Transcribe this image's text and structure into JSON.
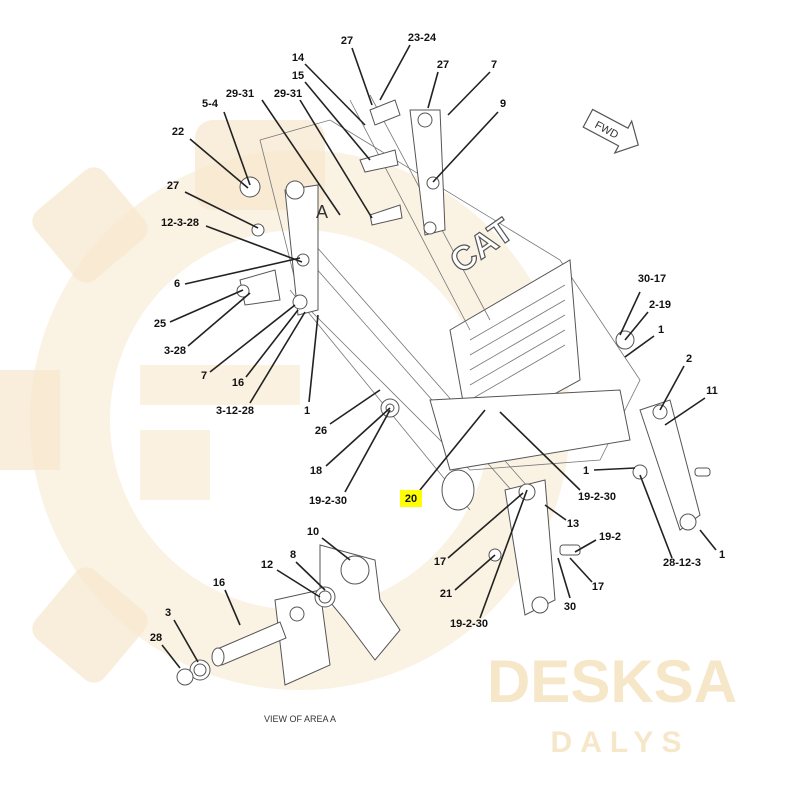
{
  "labels": [
    "27",
    "23-24",
    "14",
    "15",
    "29-31",
    "27",
    "7",
    "5-4",
    "29-31",
    "9",
    "22",
    "27",
    "12-3-28",
    "6",
    "30-17",
    "2-19",
    "1",
    "25",
    "3-28",
    "7",
    "16",
    "3-12-28",
    "1",
    "26",
    "2",
    "11",
    "18",
    "1",
    "19-2-30",
    "20",
    "19-2-30",
    "13",
    "10",
    "17",
    "19-2",
    "28-12-3",
    "1",
    "8",
    "12",
    "16",
    "21",
    "30",
    "17",
    "19-2-30",
    "3",
    "28"
  ],
  "caption": "VIEW OF AREA A",
  "area_marker": "A",
  "fwd_label": "FWD",
  "brand_logo": "CAT",
  "watermark": {
    "line1": "DESKSA",
    "line2": "DALYS"
  },
  "highlight_color": "#ffff00",
  "watermark_color": "#f6e7cc"
}
